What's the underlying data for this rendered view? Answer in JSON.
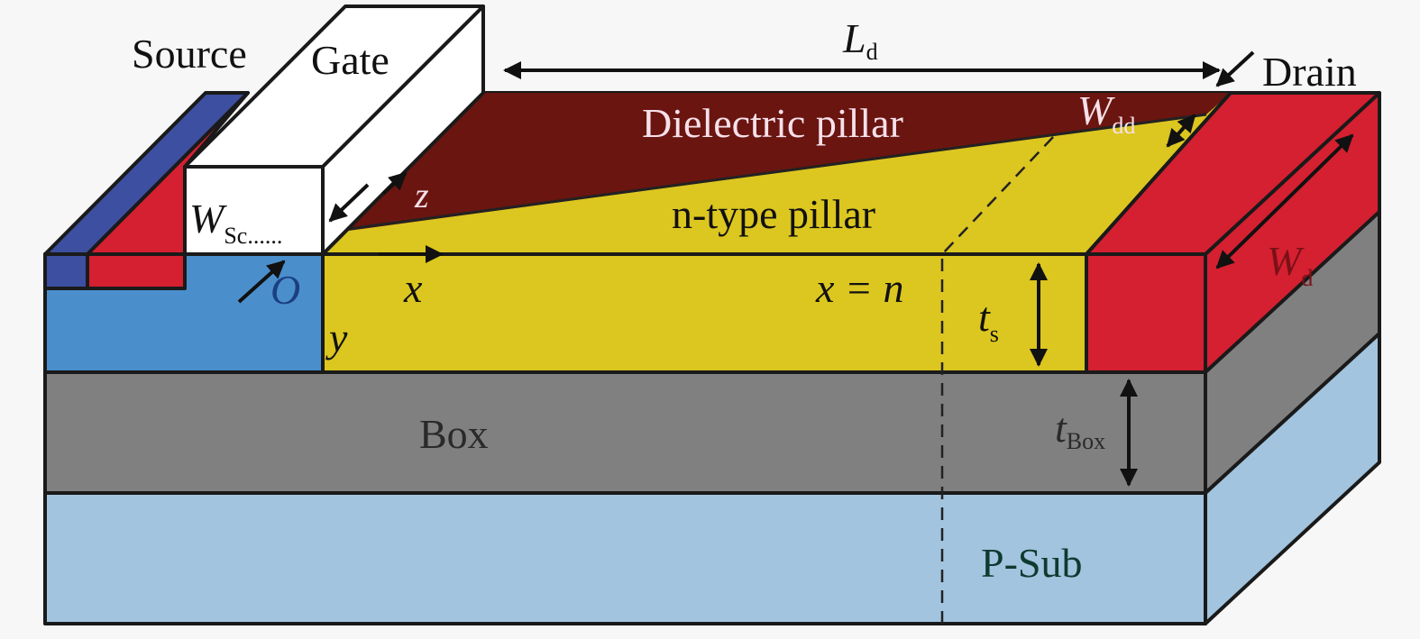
{
  "labels": {
    "source": "Source",
    "gate": "Gate",
    "drain": "Drain",
    "dielectric_pillar": "Dielectric pillar",
    "n_type_pillar": "n-type pillar",
    "box": "Box",
    "p_sub": "P-Sub",
    "ld_main": "L",
    "ld_sub": "d",
    "wdd_main": "W",
    "wdd_sub": "dd",
    "wsc_main": "W",
    "wsc_sub": "Sc",
    "wsc_dots": "......",
    "wd_main": "W",
    "wd_sub": "d",
    "ts_main": "t",
    "ts_sub": "s",
    "tbox_main": "t",
    "tbox_sub": "Box",
    "z_axis": "z",
    "x_axis": "x",
    "y_axis": "y",
    "origin": "O",
    "x_eq_n": "x = n"
  },
  "colors": {
    "source_blue": "#3d4fa0",
    "source_region": "#4a8fcc",
    "contact_red": "#d42030",
    "gate": "#ffffff",
    "dielectric": "#6a1510",
    "n_pillar": "#dcc620",
    "box": "#808080",
    "p_sub": "#a2c4de"
  }
}
